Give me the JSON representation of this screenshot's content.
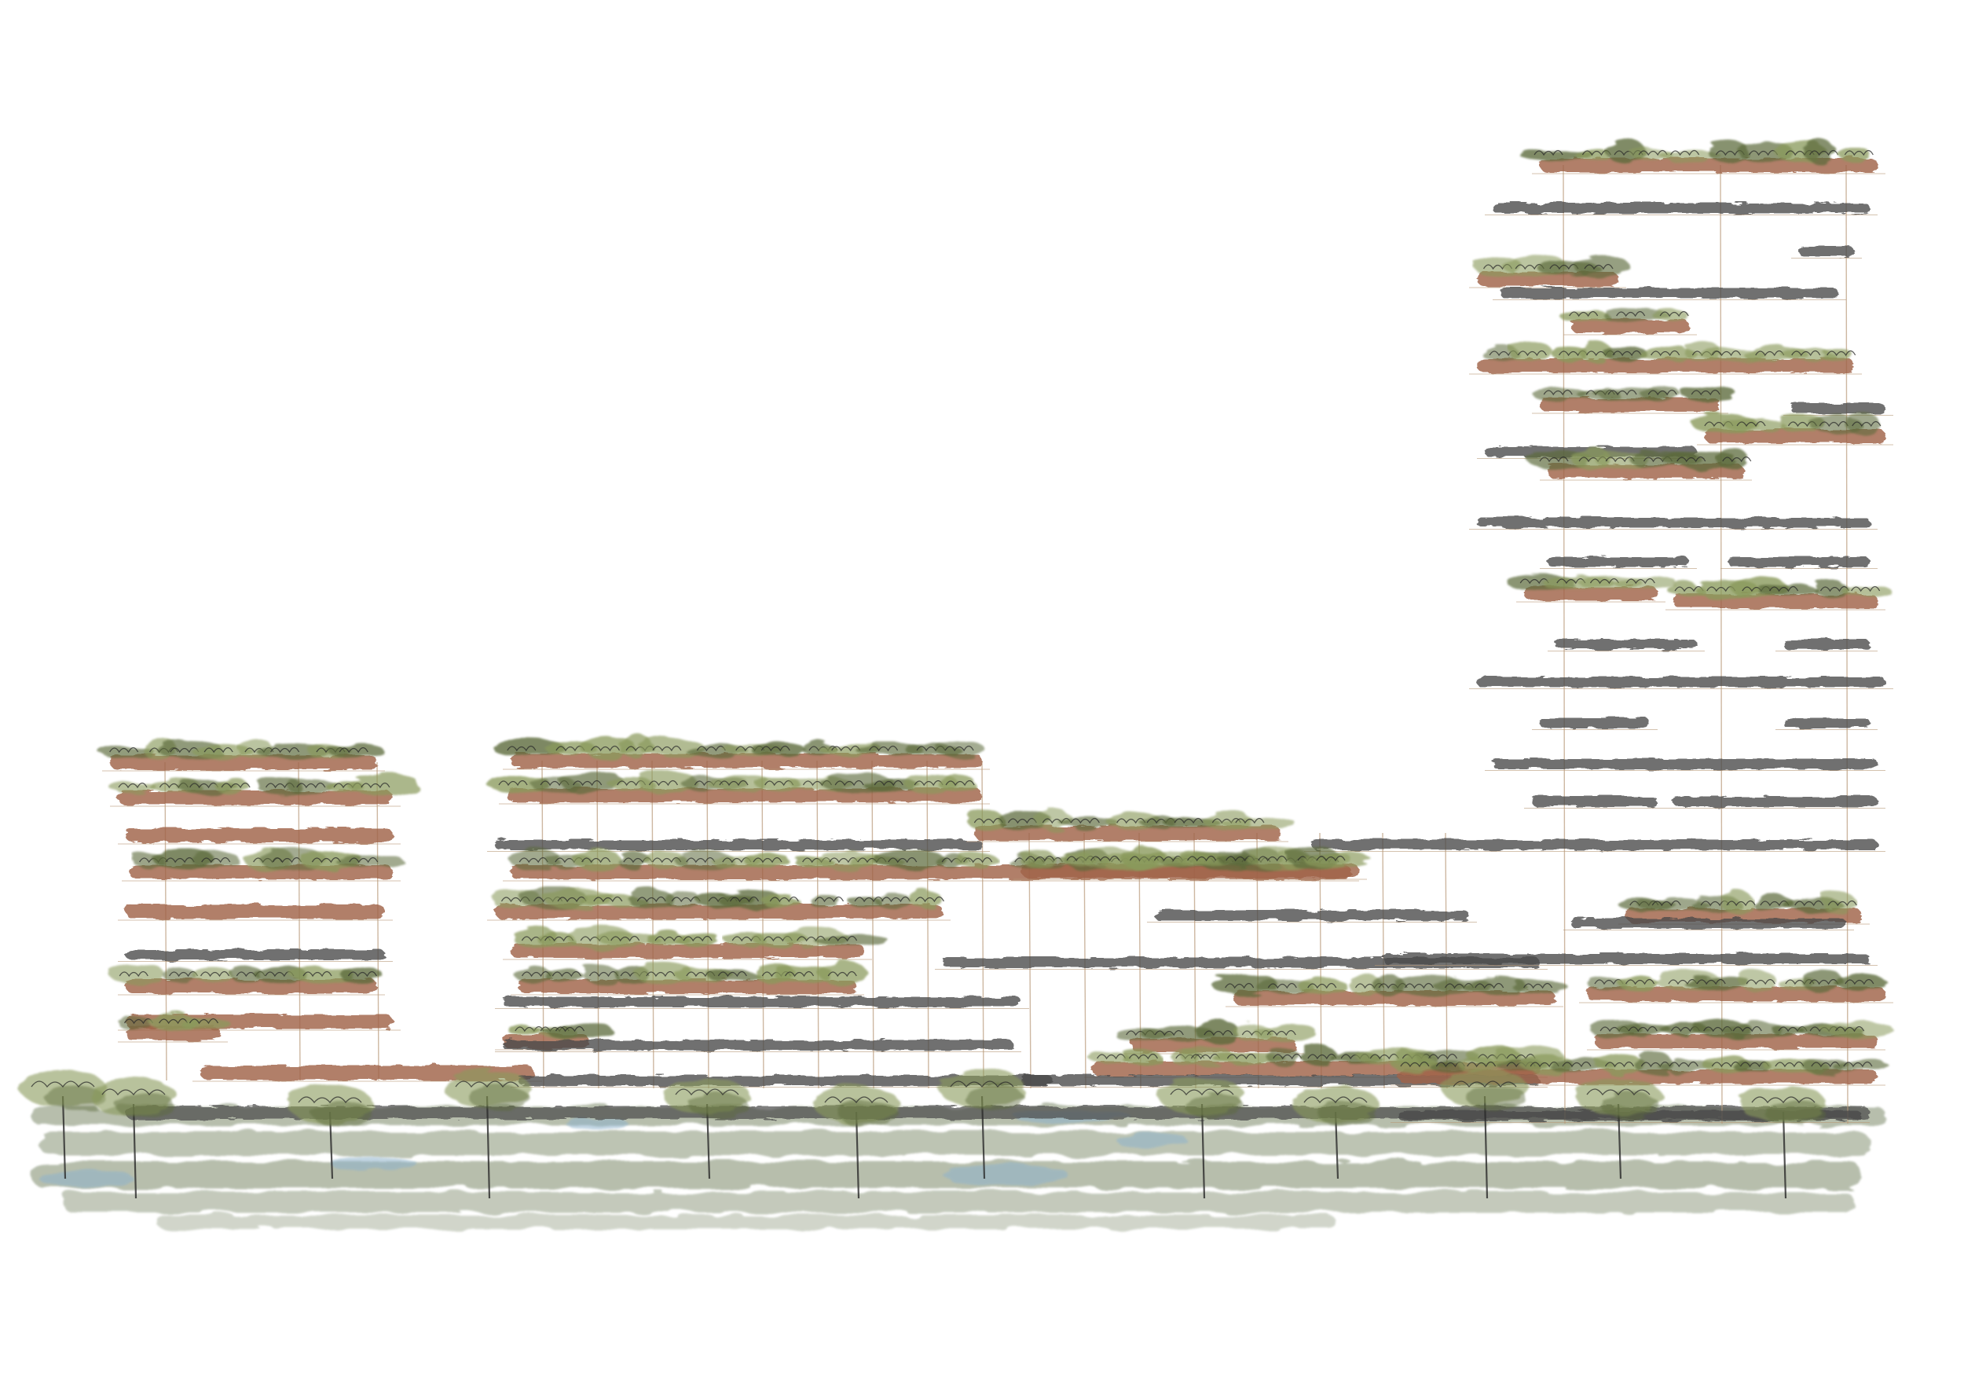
{
  "drawing": {
    "medium": "watercolor-and-ink",
    "background_color": "#ffffff",
    "colors": {
      "slab_terracotta": "#a0634a",
      "slab_gray": "#4a4a4a",
      "foliage_green": "#8a9a5b",
      "foliage_dark": "#5c6b3a",
      "water_blue": "#8fb3cc",
      "ground_green": "#7d8a6a",
      "column_line": "#b89a7a",
      "ink": "#2a2a2a"
    },
    "buildings": [
      {
        "id": "low-tower-left",
        "floors": 10
      },
      {
        "id": "mid-block",
        "floors": 10
      },
      {
        "id": "center-low",
        "floors": 7
      },
      {
        "id": "tall-tower-right",
        "floors": 27
      }
    ]
  }
}
